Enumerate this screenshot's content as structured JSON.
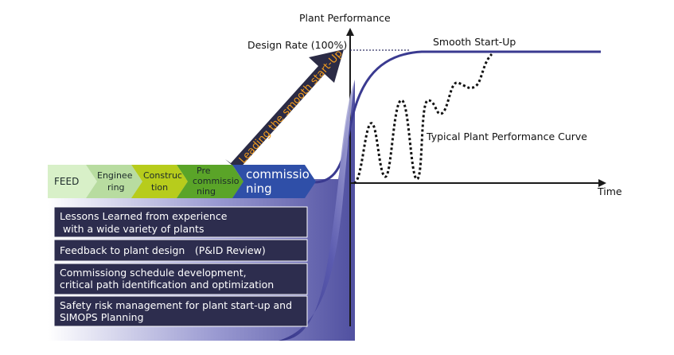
{
  "axes": {
    "y_label": "Plant Performance",
    "x_label": "Time",
    "design_rate_label": "Design Rate (100%)"
  },
  "curves": {
    "smooth_label": "Smooth Start-Up",
    "typical_label": "Typical Plant Performance Curve"
  },
  "arrow": {
    "label": "Leading the smooth start-Up"
  },
  "phases": [
    {
      "lines": [
        "FEED"
      ],
      "color": "#d8f0c8"
    },
    {
      "lines": [
        "Enginee",
        "ring"
      ],
      "color": "#b8dca0"
    },
    {
      "lines": [
        "Construc",
        "tion"
      ],
      "color": "#b7cc1c"
    },
    {
      "lines": [
        "Pre",
        "commissio",
        "ning"
      ],
      "color": "#5aa428"
    },
    {
      "lines": [
        "commissio",
        "ning"
      ],
      "color": "#2f4fa8"
    }
  ],
  "activities": [
    {
      "lines": [
        "Lessons Learned from experience",
        " with a wide variety of plants"
      ]
    },
    {
      "lines": [
        "Feedback to plant design　(P&ID Review)"
      ]
    },
    {
      "lines": [
        "Commissiong schedule development,",
        "critical path identification and optimization"
      ]
    },
    {
      "lines": [
        "Safety risk management for plant start-up and",
        "SIMOPS Planning"
      ]
    }
  ],
  "colors": {
    "box_fill": "#2d2d4e",
    "arrow_fill": "#2b2b45",
    "curve": "#3d3d96",
    "gradient_dark": "#4a4aa0"
  }
}
